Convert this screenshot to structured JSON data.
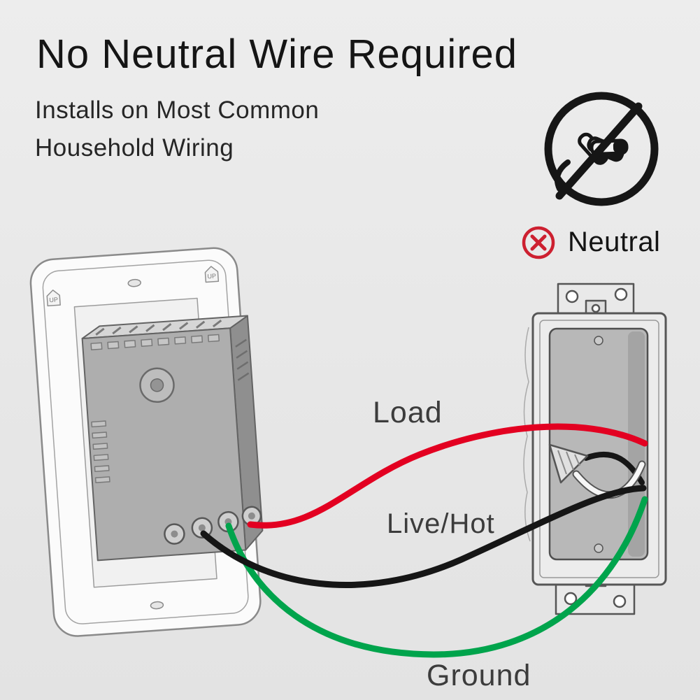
{
  "title": "No Neutral Wire Required",
  "subtitle": {
    "line1": "Installs on Most Common",
    "line2": "Household Wiring"
  },
  "neutral_callout": {
    "label": "Neutral"
  },
  "plate": {
    "up_label": "UP"
  },
  "wires": {
    "load": {
      "label": "Load",
      "color": "#e30021"
    },
    "live": {
      "label": "Live/Hot",
      "color": "#161616"
    },
    "ground": {
      "label": "Ground",
      "color": "#00a44c"
    }
  },
  "colors": {
    "background": "#e9e9e9",
    "line_art": "#6f6f6f",
    "prohibition": "#161616",
    "x_red": "#cd2030",
    "label_text": "#3c3c3c"
  }
}
